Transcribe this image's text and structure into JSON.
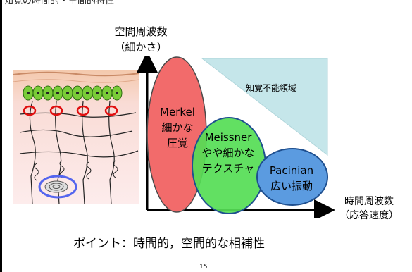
{
  "header_partial": "知覚の時間的・空間的特性",
  "axes": {
    "y_label": "空間周波数",
    "y_label_sub": "（細かさ）",
    "x_label": "時間周波数",
    "x_label_sub": "（応答速度）"
  },
  "regions": {
    "imperceptible": "知覚不能領域"
  },
  "receptors": [
    {
      "name": "Merkel",
      "desc_line1": "細かな",
      "desc_line2": "圧覚",
      "color": "#f26b6b"
    },
    {
      "name": "Meissner",
      "desc_line1": "やや細かな",
      "desc_line2": "テクスチャ",
      "color": "#55dd55"
    },
    {
      "name": "Pacinian",
      "desc_line1": "広い振動",
      "desc_line2": "",
      "color": "#5b9be0"
    }
  ],
  "summary": "ポイント：時間的，空間的な相補性",
  "page_number": "15",
  "colors": {
    "triangle": "#c5e6ea",
    "frame": "#000000",
    "skin_top": "#f7d6bf",
    "skin_bottom": "#fce9e9",
    "cell_green": "#77cc33",
    "marker_red": "#e01010",
    "marker_blue": "#5566ee"
  }
}
